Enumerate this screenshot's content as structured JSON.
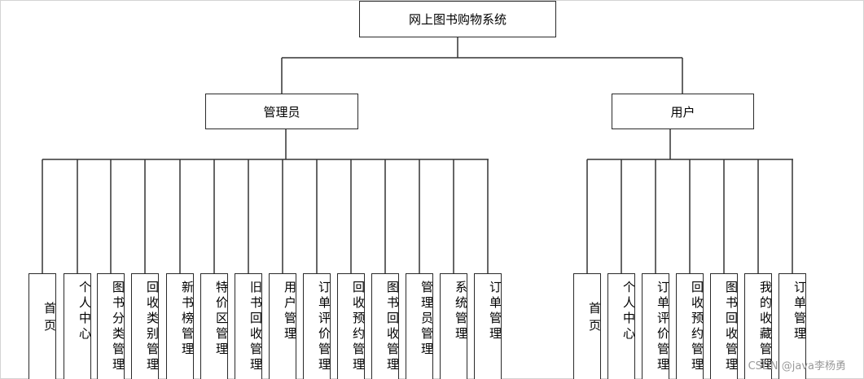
{
  "root": {
    "label": "网上图书购物系统"
  },
  "admin": {
    "label": "管理员",
    "items": [
      "首页",
      "个人中心",
      "图书分类管理",
      "回收类别管理",
      "新书榜管理",
      "特价区管理",
      "旧书回收管理",
      "用户管理",
      "订单评价管理",
      "回收预约管理",
      "图书回收管理",
      "管理员管理",
      "系统管理",
      "订单管理"
    ]
  },
  "user": {
    "label": "用户",
    "items": [
      "首页",
      "个人中心",
      "订单评价管理",
      "回收预约管理",
      "图书回收管理",
      "我的收藏管理",
      "订单管理"
    ]
  },
  "watermark": "CSDN @java李杨勇"
}
